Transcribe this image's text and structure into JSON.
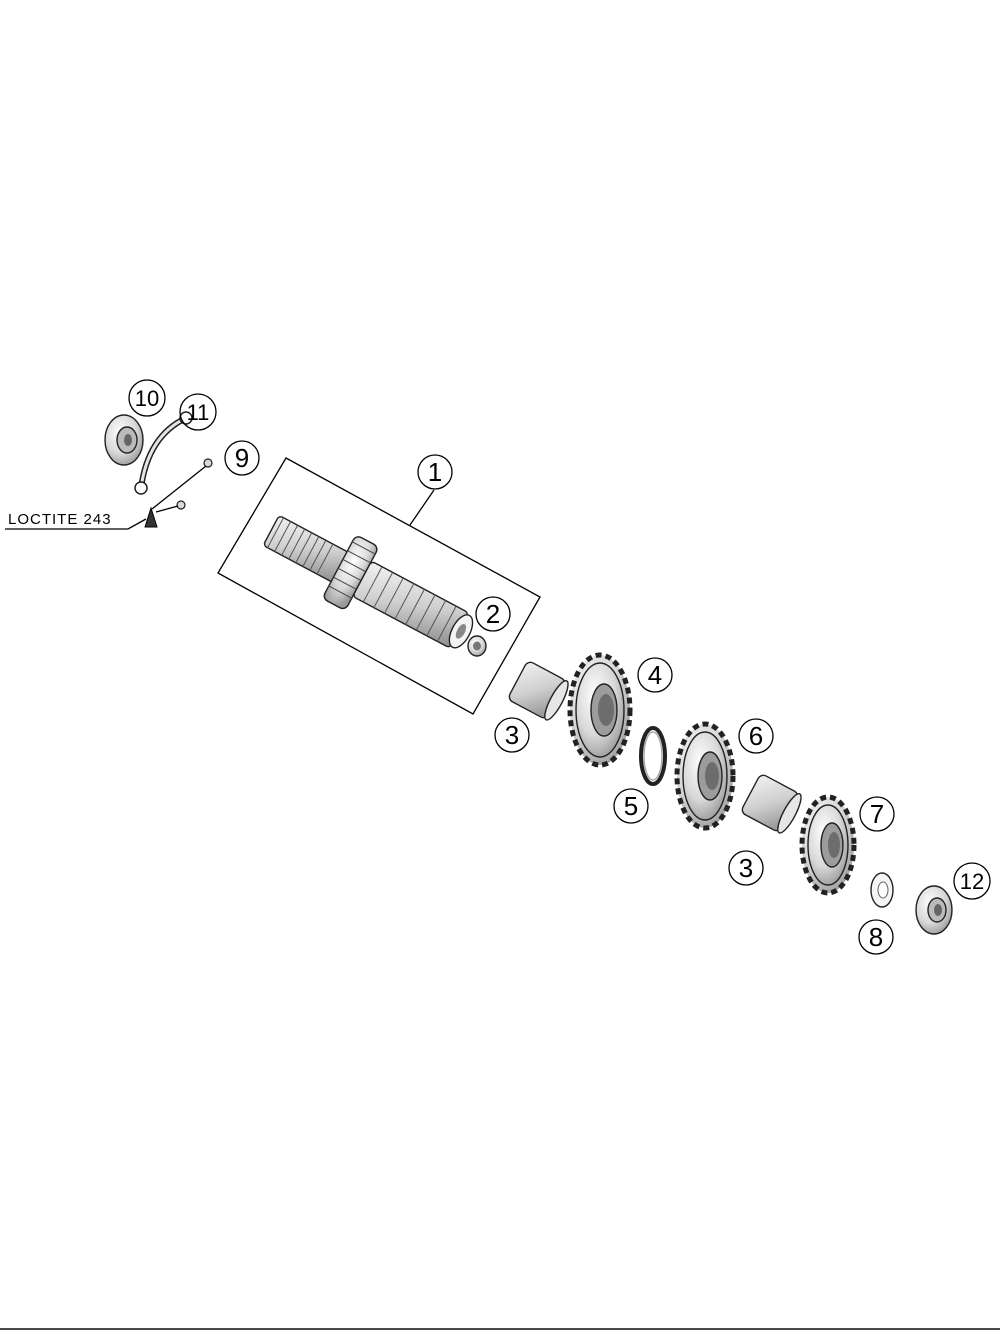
{
  "annotation": {
    "loctite_label": "LOCTITE 243"
  },
  "callouts": [
    "1",
    "2",
    "3",
    "4",
    "5",
    "6",
    "3",
    "7",
    "8",
    "9",
    "10",
    "11",
    "12"
  ]
}
